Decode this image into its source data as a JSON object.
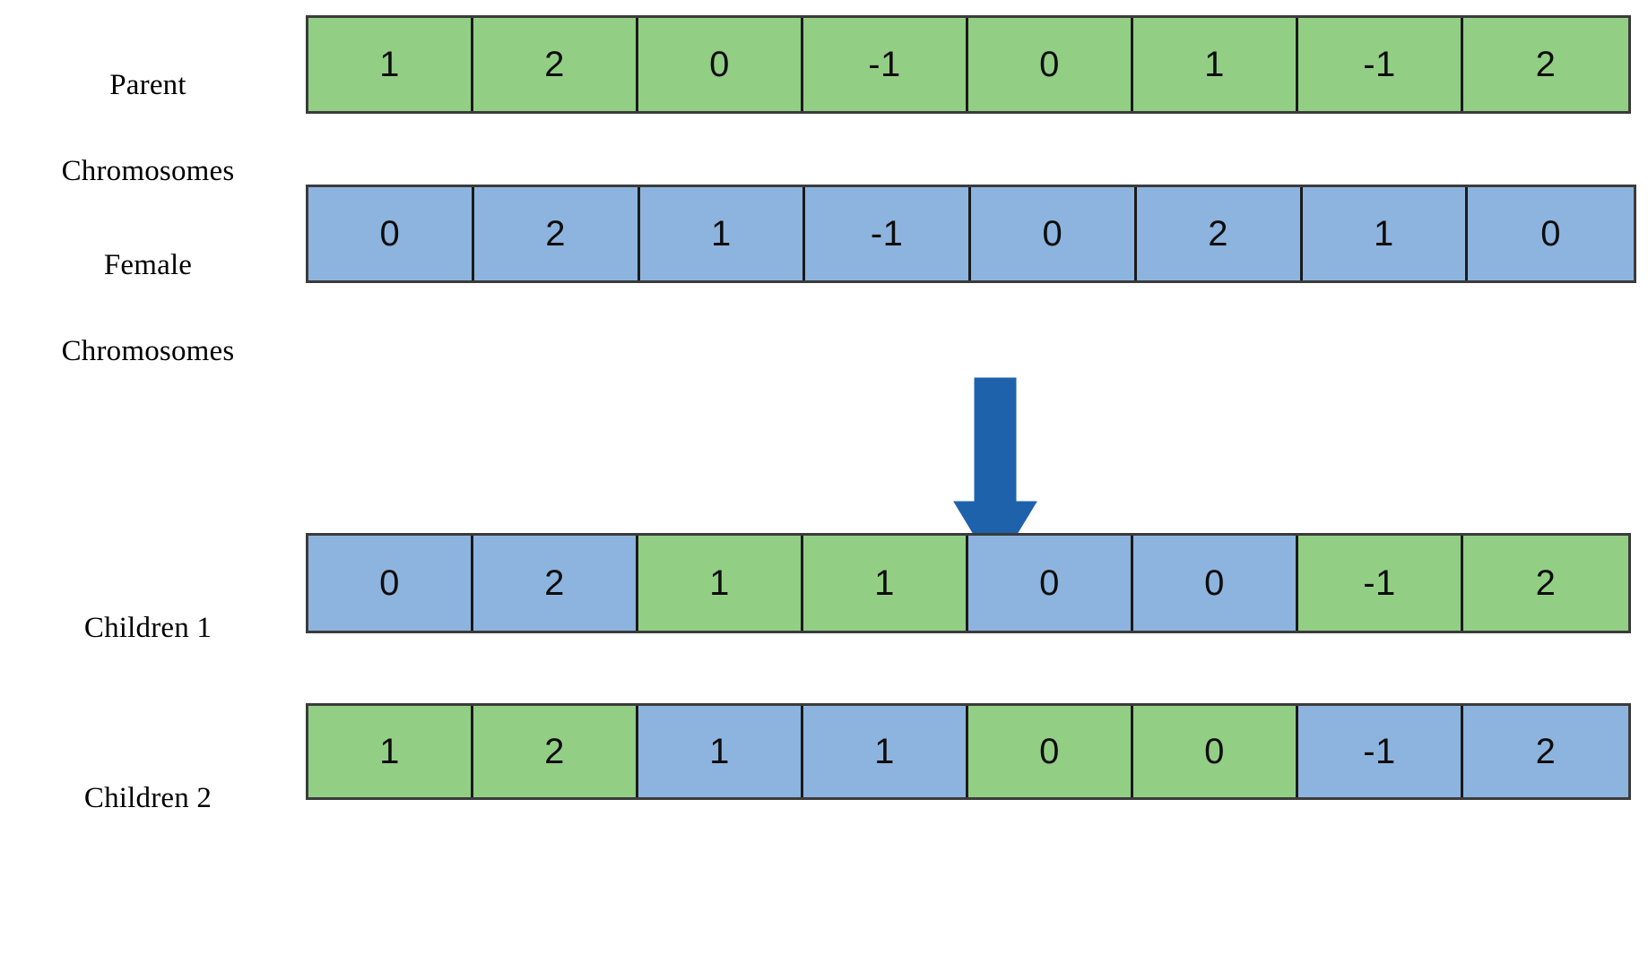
{
  "diagram": {
    "title_present": false,
    "colors": {
      "green": "#93ce85",
      "blue": "#8db4de",
      "border": "#1a1a1a",
      "arrow": "#1f62ac",
      "text": "#0d0d0d"
    },
    "arrow": {
      "name": "down-arrow-icon",
      "direction": "down",
      "color": "#1f62ac"
    },
    "rows": [
      {
        "id": "parent-chromosomes",
        "label": "Parent\nChromosomes",
        "label_lines": [
          "Parent",
          "Chromosomes"
        ],
        "cells": [
          {
            "value": "1",
            "color": "green"
          },
          {
            "value": "2",
            "color": "green"
          },
          {
            "value": "0",
            "color": "green"
          },
          {
            "value": "-1",
            "color": "green"
          },
          {
            "value": "0",
            "color": "green"
          },
          {
            "value": "1",
            "color": "green"
          },
          {
            "value": "-1",
            "color": "green"
          },
          {
            "value": "2",
            "color": "green"
          }
        ]
      },
      {
        "id": "female-chromosomes",
        "label": "Female\nChromosomes",
        "label_lines": [
          "Female",
          "Chromosomes"
        ],
        "cells": [
          {
            "value": "0",
            "color": "blue"
          },
          {
            "value": "2",
            "color": "blue"
          },
          {
            "value": "1",
            "color": "blue"
          },
          {
            "value": "-1",
            "color": "blue"
          },
          {
            "value": "0",
            "color": "blue"
          },
          {
            "value": "2",
            "color": "blue"
          },
          {
            "value": "1",
            "color": "blue"
          },
          {
            "value": "0",
            "color": "blue"
          }
        ]
      },
      {
        "id": "children-1",
        "label": "Children 1",
        "label_lines": [
          "Children 1"
        ],
        "cells": [
          {
            "value": "0",
            "color": "blue"
          },
          {
            "value": "2",
            "color": "blue"
          },
          {
            "value": "1",
            "color": "green"
          },
          {
            "value": "1",
            "color": "green"
          },
          {
            "value": "0",
            "color": "blue"
          },
          {
            "value": "0",
            "color": "blue"
          },
          {
            "value": "-1",
            "color": "green"
          },
          {
            "value": "2",
            "color": "green"
          }
        ]
      },
      {
        "id": "children-2",
        "label": "Children 2",
        "label_lines": [
          "Children 2"
        ],
        "cells": [
          {
            "value": "1",
            "color": "green"
          },
          {
            "value": "2",
            "color": "green"
          },
          {
            "value": "1",
            "color": "blue"
          },
          {
            "value": "1",
            "color": "blue"
          },
          {
            "value": "0",
            "color": "green"
          },
          {
            "value": "0",
            "color": "green"
          },
          {
            "value": "-1",
            "color": "blue"
          },
          {
            "value": "2",
            "color": "blue"
          }
        ]
      }
    ]
  }
}
